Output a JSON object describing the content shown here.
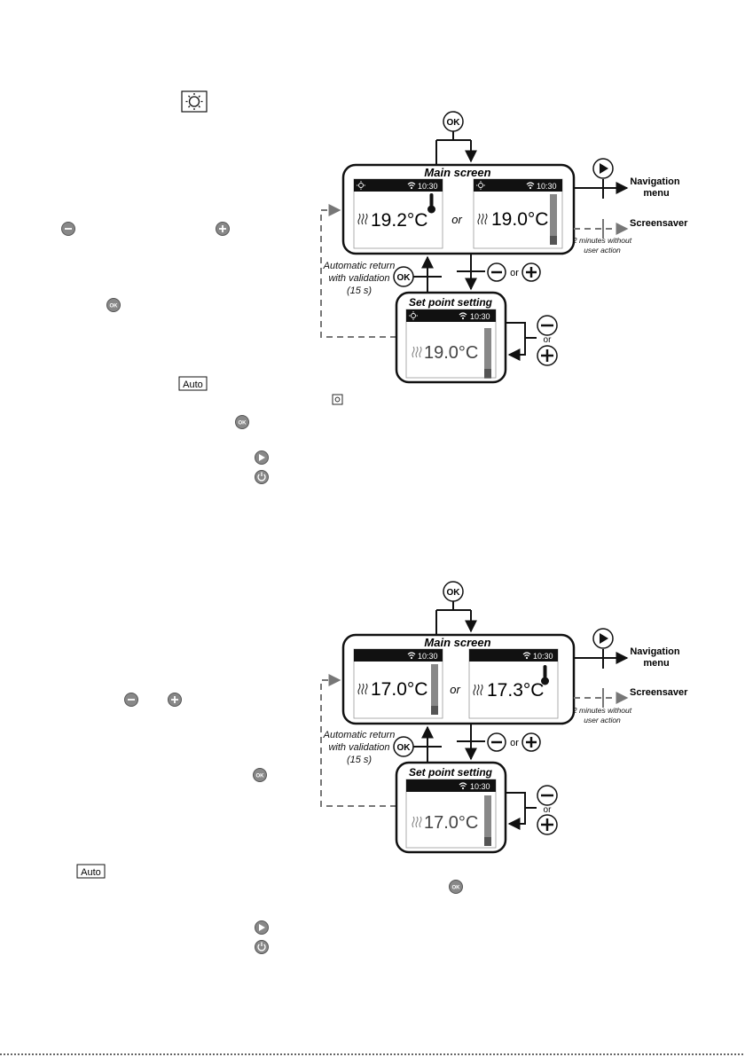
{
  "sections": [
    {
      "id": "comfort",
      "mode_icon": "sun-icon",
      "main_screen": {
        "title": "Main screen",
        "left_display": {
          "time": "10:30",
          "temperature": "19.2°C",
          "indicator": "thermometer-icon"
        },
        "separator": "or",
        "right_display": {
          "time": "10:30",
          "temperature": "19.0°C",
          "indicator": "level-bar"
        }
      },
      "set_point": {
        "title": "Set point setting",
        "time": "10:30",
        "temperature": "19.0°C"
      },
      "navigation_label": "Navigation menu",
      "screensaver_label": "Screensaver",
      "inactivity_note": "2 minutes without user action",
      "auto_return_note": "Automatic return with validation (15 s)",
      "or_minus_plus": "or",
      "or_vertical": "or",
      "ok_label": "OK"
    },
    {
      "id": "eco",
      "mode_icon": "moon-icon",
      "main_screen": {
        "title": "Main screen",
        "left_display": {
          "time": "10:30",
          "temperature": "17.0°C",
          "indicator": "level-bar"
        },
        "separator": "or",
        "right_display": {
          "time": "10:30",
          "temperature": "17.3°C",
          "indicator": "thermometer-icon"
        }
      },
      "set_point": {
        "title": "Set point setting",
        "time": "10:30",
        "temperature": "17.0°C"
      },
      "navigation_label": "Navigation menu",
      "screensaver_label": "Screensaver",
      "inactivity_note": "2 minutes without user action",
      "auto_return_note": "Automatic return with validation (15 s)",
      "or_minus_plus": "or",
      "or_vertical": "or",
      "ok_label": "OK"
    }
  ],
  "margin_icons": {
    "auto_label": "Auto",
    "ok_small": "OK"
  }
}
